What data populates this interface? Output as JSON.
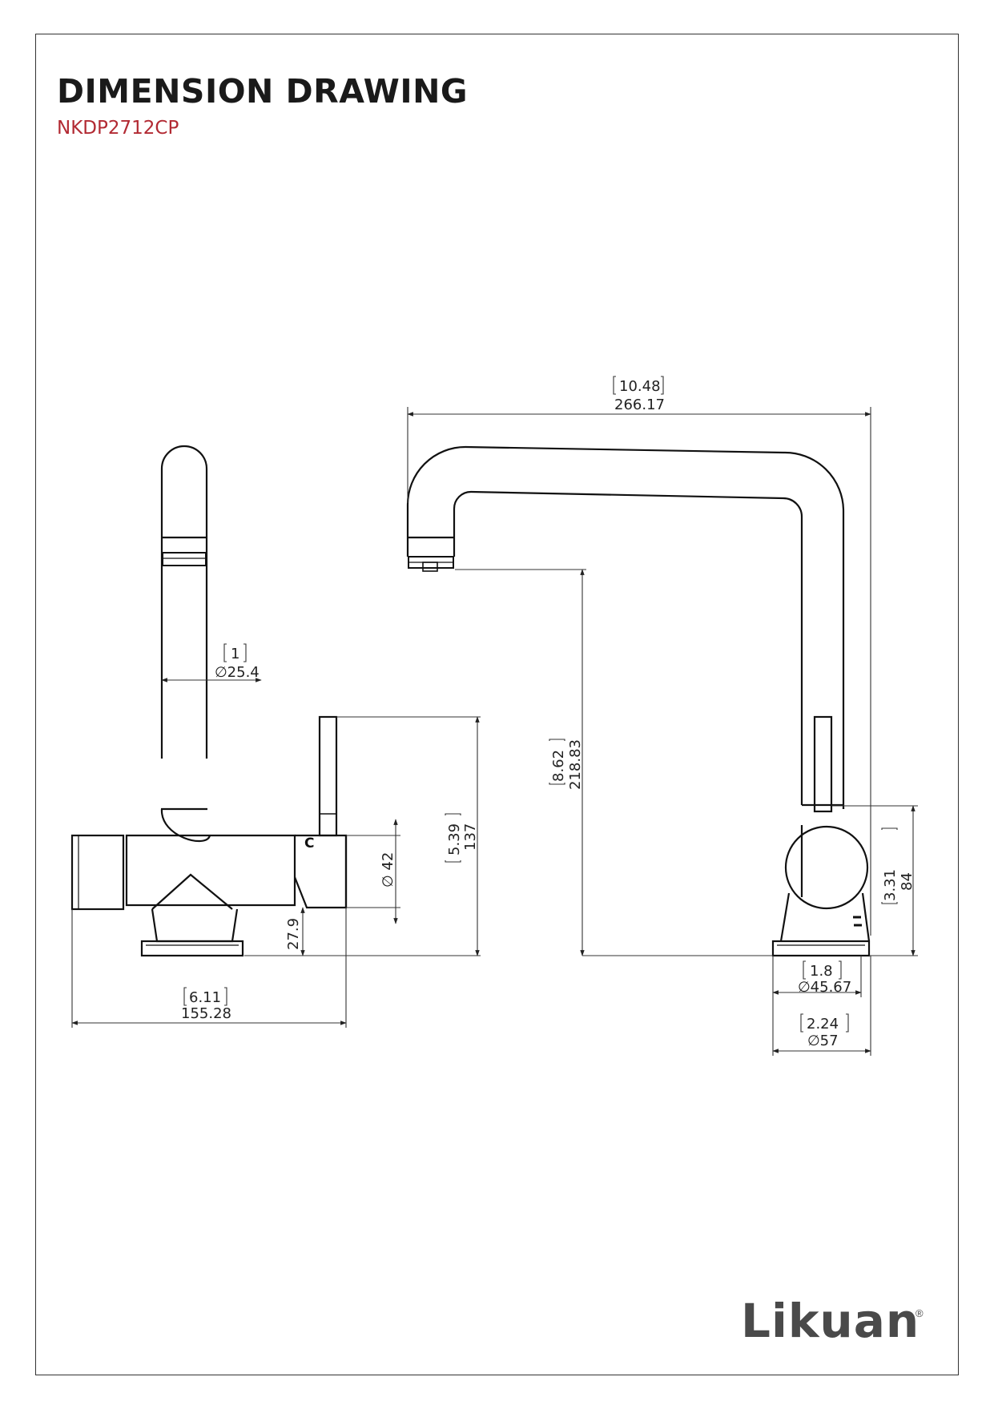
{
  "header": {
    "title": "DIMENSION DRAWING",
    "model": "NKDP2712CP"
  },
  "brand": {
    "logo_text": "Likuan",
    "registered_mark": "®"
  },
  "front_view": {
    "spout_diameter_in": "1",
    "spout_diameter_mm": "∅25.4",
    "handle_height_in": "5.39",
    "handle_height_mm": "137",
    "body_diameter_mm": "∅ 42",
    "base_height_mm": "27.9",
    "body_width_in": "6.11",
    "body_width_mm": "155.28",
    "cold_mark": "C"
  },
  "side_view": {
    "spout_reach_in": "10.48",
    "spout_reach_mm": "266.17",
    "outlet_height_in": "8.62",
    "outlet_height_mm": "218.83",
    "body_height_in": "3.31",
    "body_height_mm": "84",
    "stem_diameter_in": "1.8",
    "stem_diameter_mm": "∅45.67",
    "base_diameter_in": "2.24",
    "base_diameter_mm": "∅57"
  }
}
